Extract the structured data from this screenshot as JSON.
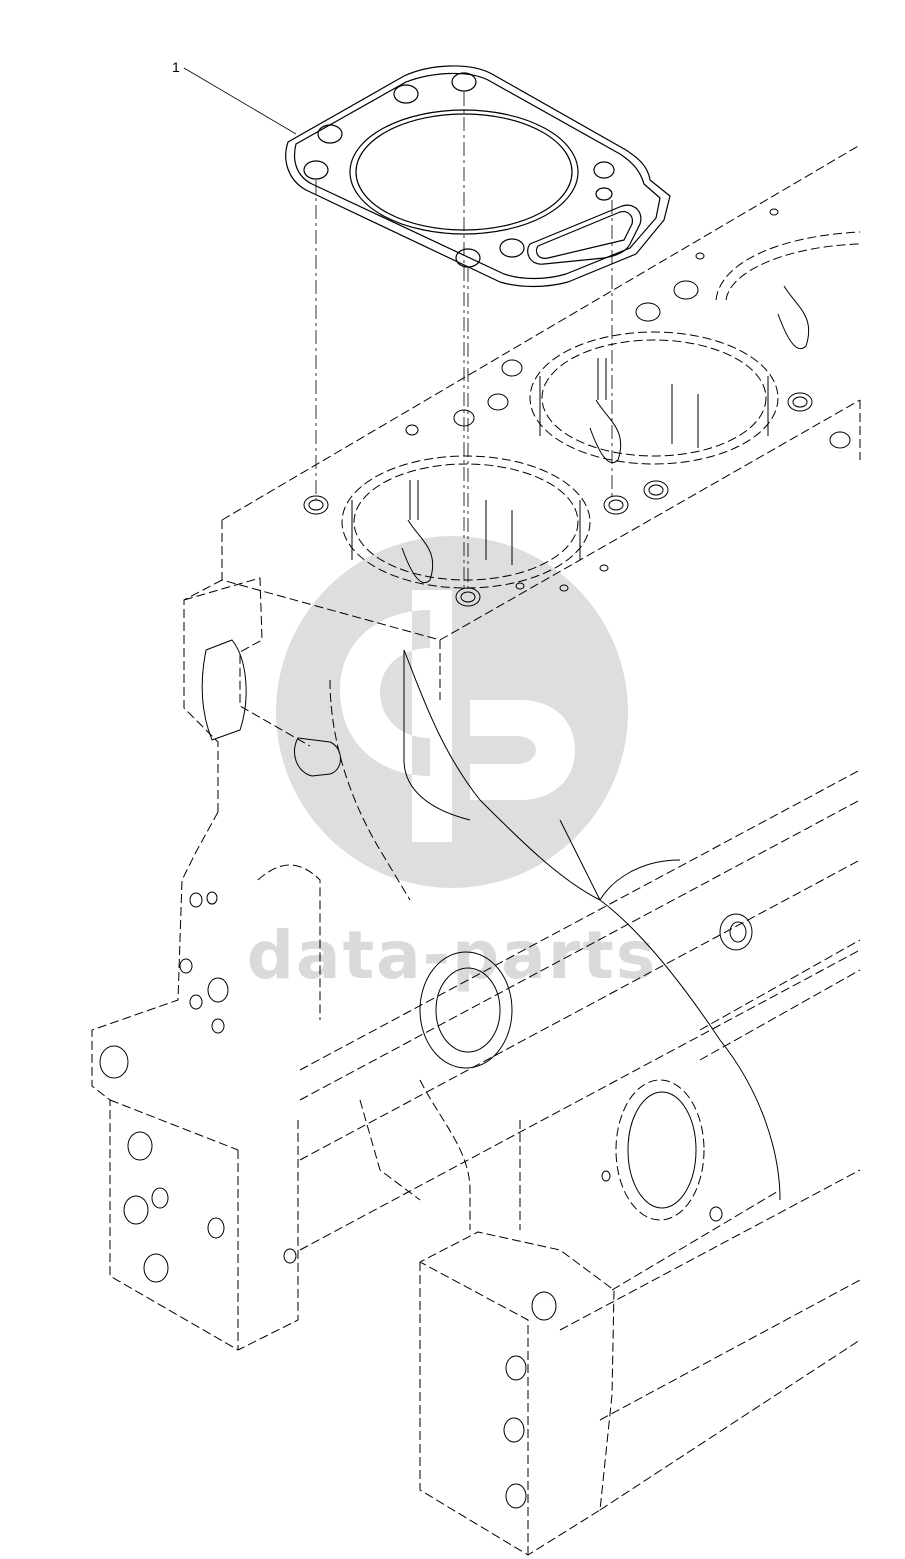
{
  "callouts": [
    {
      "id": "1",
      "label": "1"
    }
  ],
  "watermark": {
    "text": "data-parts",
    "color": "#d9d9d9"
  },
  "colors": {
    "line": "#000000",
    "background": "#ffffff"
  }
}
